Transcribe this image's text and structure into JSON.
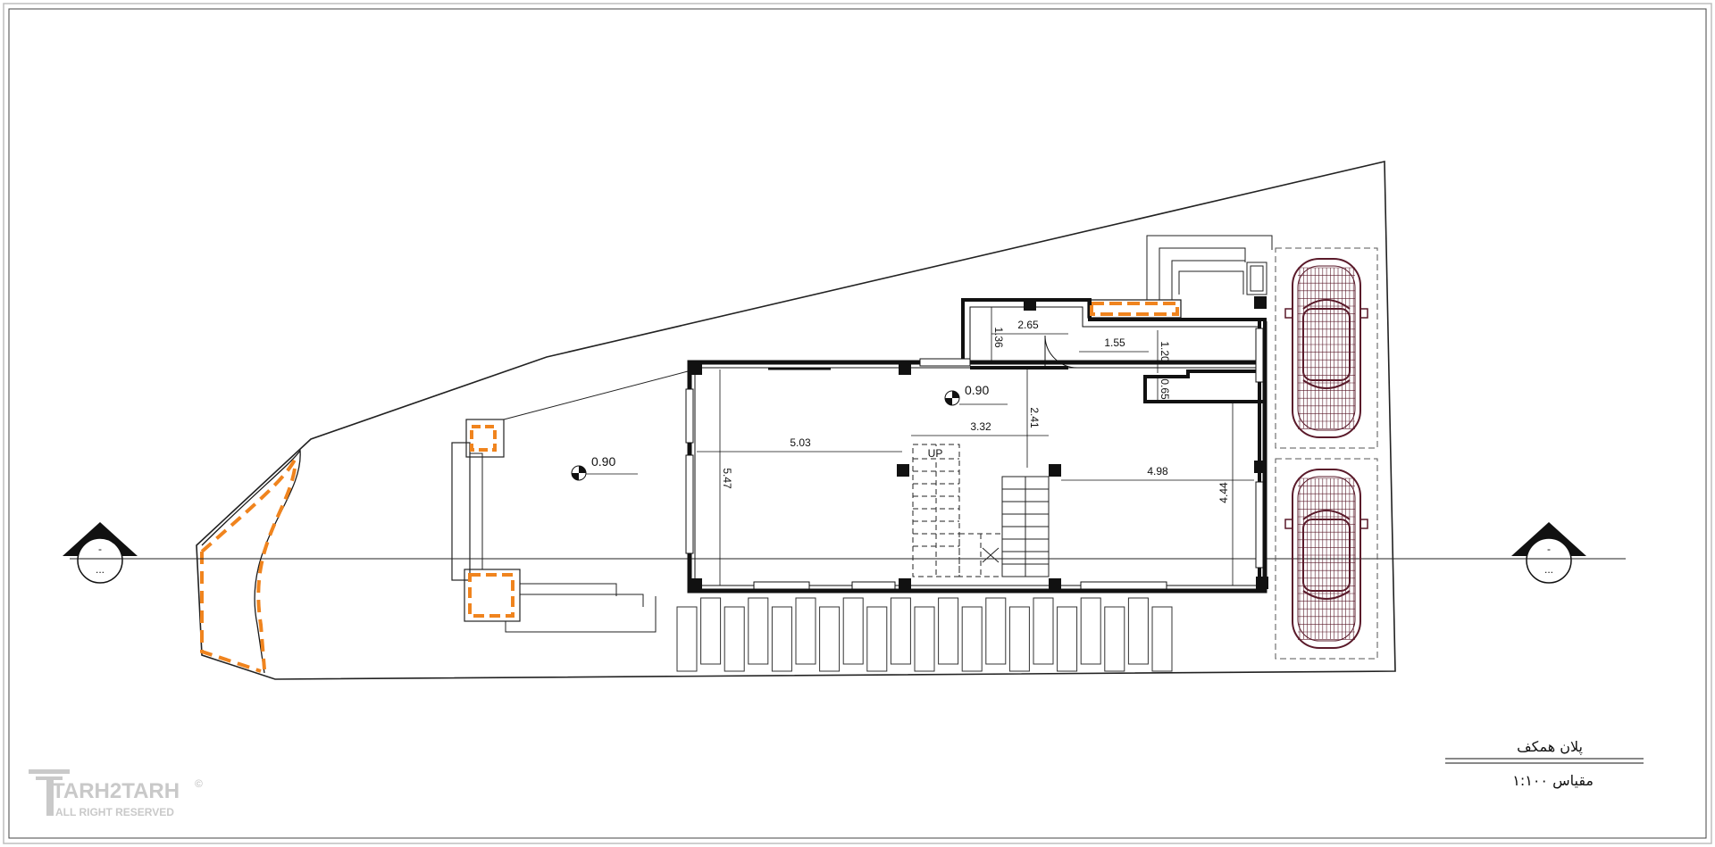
{
  "drawing": {
    "title": "پلان همکف",
    "scale_label": "مقیاس ۱:۱۰۰",
    "colors": {
      "line": "#1a1a1a",
      "accent_orange": "#f0841e",
      "car_maroon": "#5a1a2a",
      "logo_gray": "#c9c9c9"
    }
  },
  "levels": [
    {
      "value": "0.90",
      "area": "main-hall"
    },
    {
      "value": "0.90",
      "area": "yard"
    }
  ],
  "dimensions": [
    {
      "value": "2.65",
      "orientation": "horizontal"
    },
    {
      "value": "1.36",
      "orientation": "vertical"
    },
    {
      "value": "1.55",
      "orientation": "horizontal"
    },
    {
      "value": "1.20",
      "orientation": "vertical"
    },
    {
      "value": "0.65",
      "orientation": "vertical"
    },
    {
      "value": "2.41",
      "orientation": "vertical"
    },
    {
      "value": "3.32",
      "orientation": "horizontal"
    },
    {
      "value": "5.03",
      "orientation": "horizontal"
    },
    {
      "value": "5.47",
      "orientation": "vertical"
    },
    {
      "value": "4.98",
      "orientation": "horizontal"
    },
    {
      "value": "4.44",
      "orientation": "vertical"
    }
  ],
  "stair": {
    "label": "UP"
  },
  "section_markers": [
    {
      "top": "-",
      "bottom": "..."
    },
    {
      "top": "-",
      "bottom": "..."
    }
  ],
  "logo": {
    "name": "TARH2TARH",
    "tagline": "ALL RIGHT RESERVED",
    "symbol": "©"
  },
  "parking": {
    "cars": 2
  }
}
